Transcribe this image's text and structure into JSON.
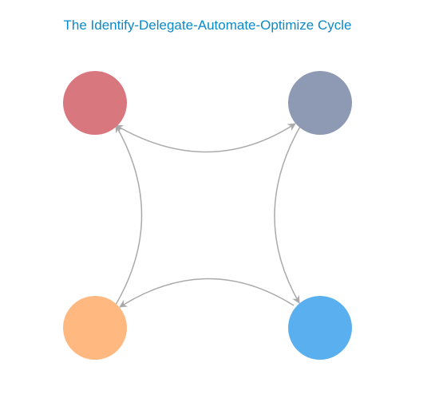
{
  "title": "The Identify-Delegate-Automate-Optimize Cycle",
  "colors": {
    "title": "#0a8ac9",
    "connector": "#aaaaaa",
    "node_top_left": "#d9777f",
    "node_top_right": "#8e9ab3",
    "node_bottom_right": "#5ab0ee",
    "node_bottom_left": "#ffb980"
  },
  "diagram": {
    "type": "cycle",
    "nodes": [
      {
        "id": "top-left",
        "color": "#d9777f"
      },
      {
        "id": "top-right",
        "color": "#8e9ab3"
      },
      {
        "id": "bottom-right",
        "color": "#5ab0ee"
      },
      {
        "id": "bottom-left",
        "color": "#ffb980"
      }
    ],
    "edges": [
      {
        "from": "top-left",
        "to": "top-right",
        "bidirectional": true
      },
      {
        "from": "top-right",
        "to": "bottom-right",
        "bidirectional": false
      },
      {
        "from": "bottom-right",
        "to": "bottom-left",
        "bidirectional": false
      },
      {
        "from": "bottom-left",
        "to": "top-left",
        "bidirectional": false
      }
    ]
  }
}
